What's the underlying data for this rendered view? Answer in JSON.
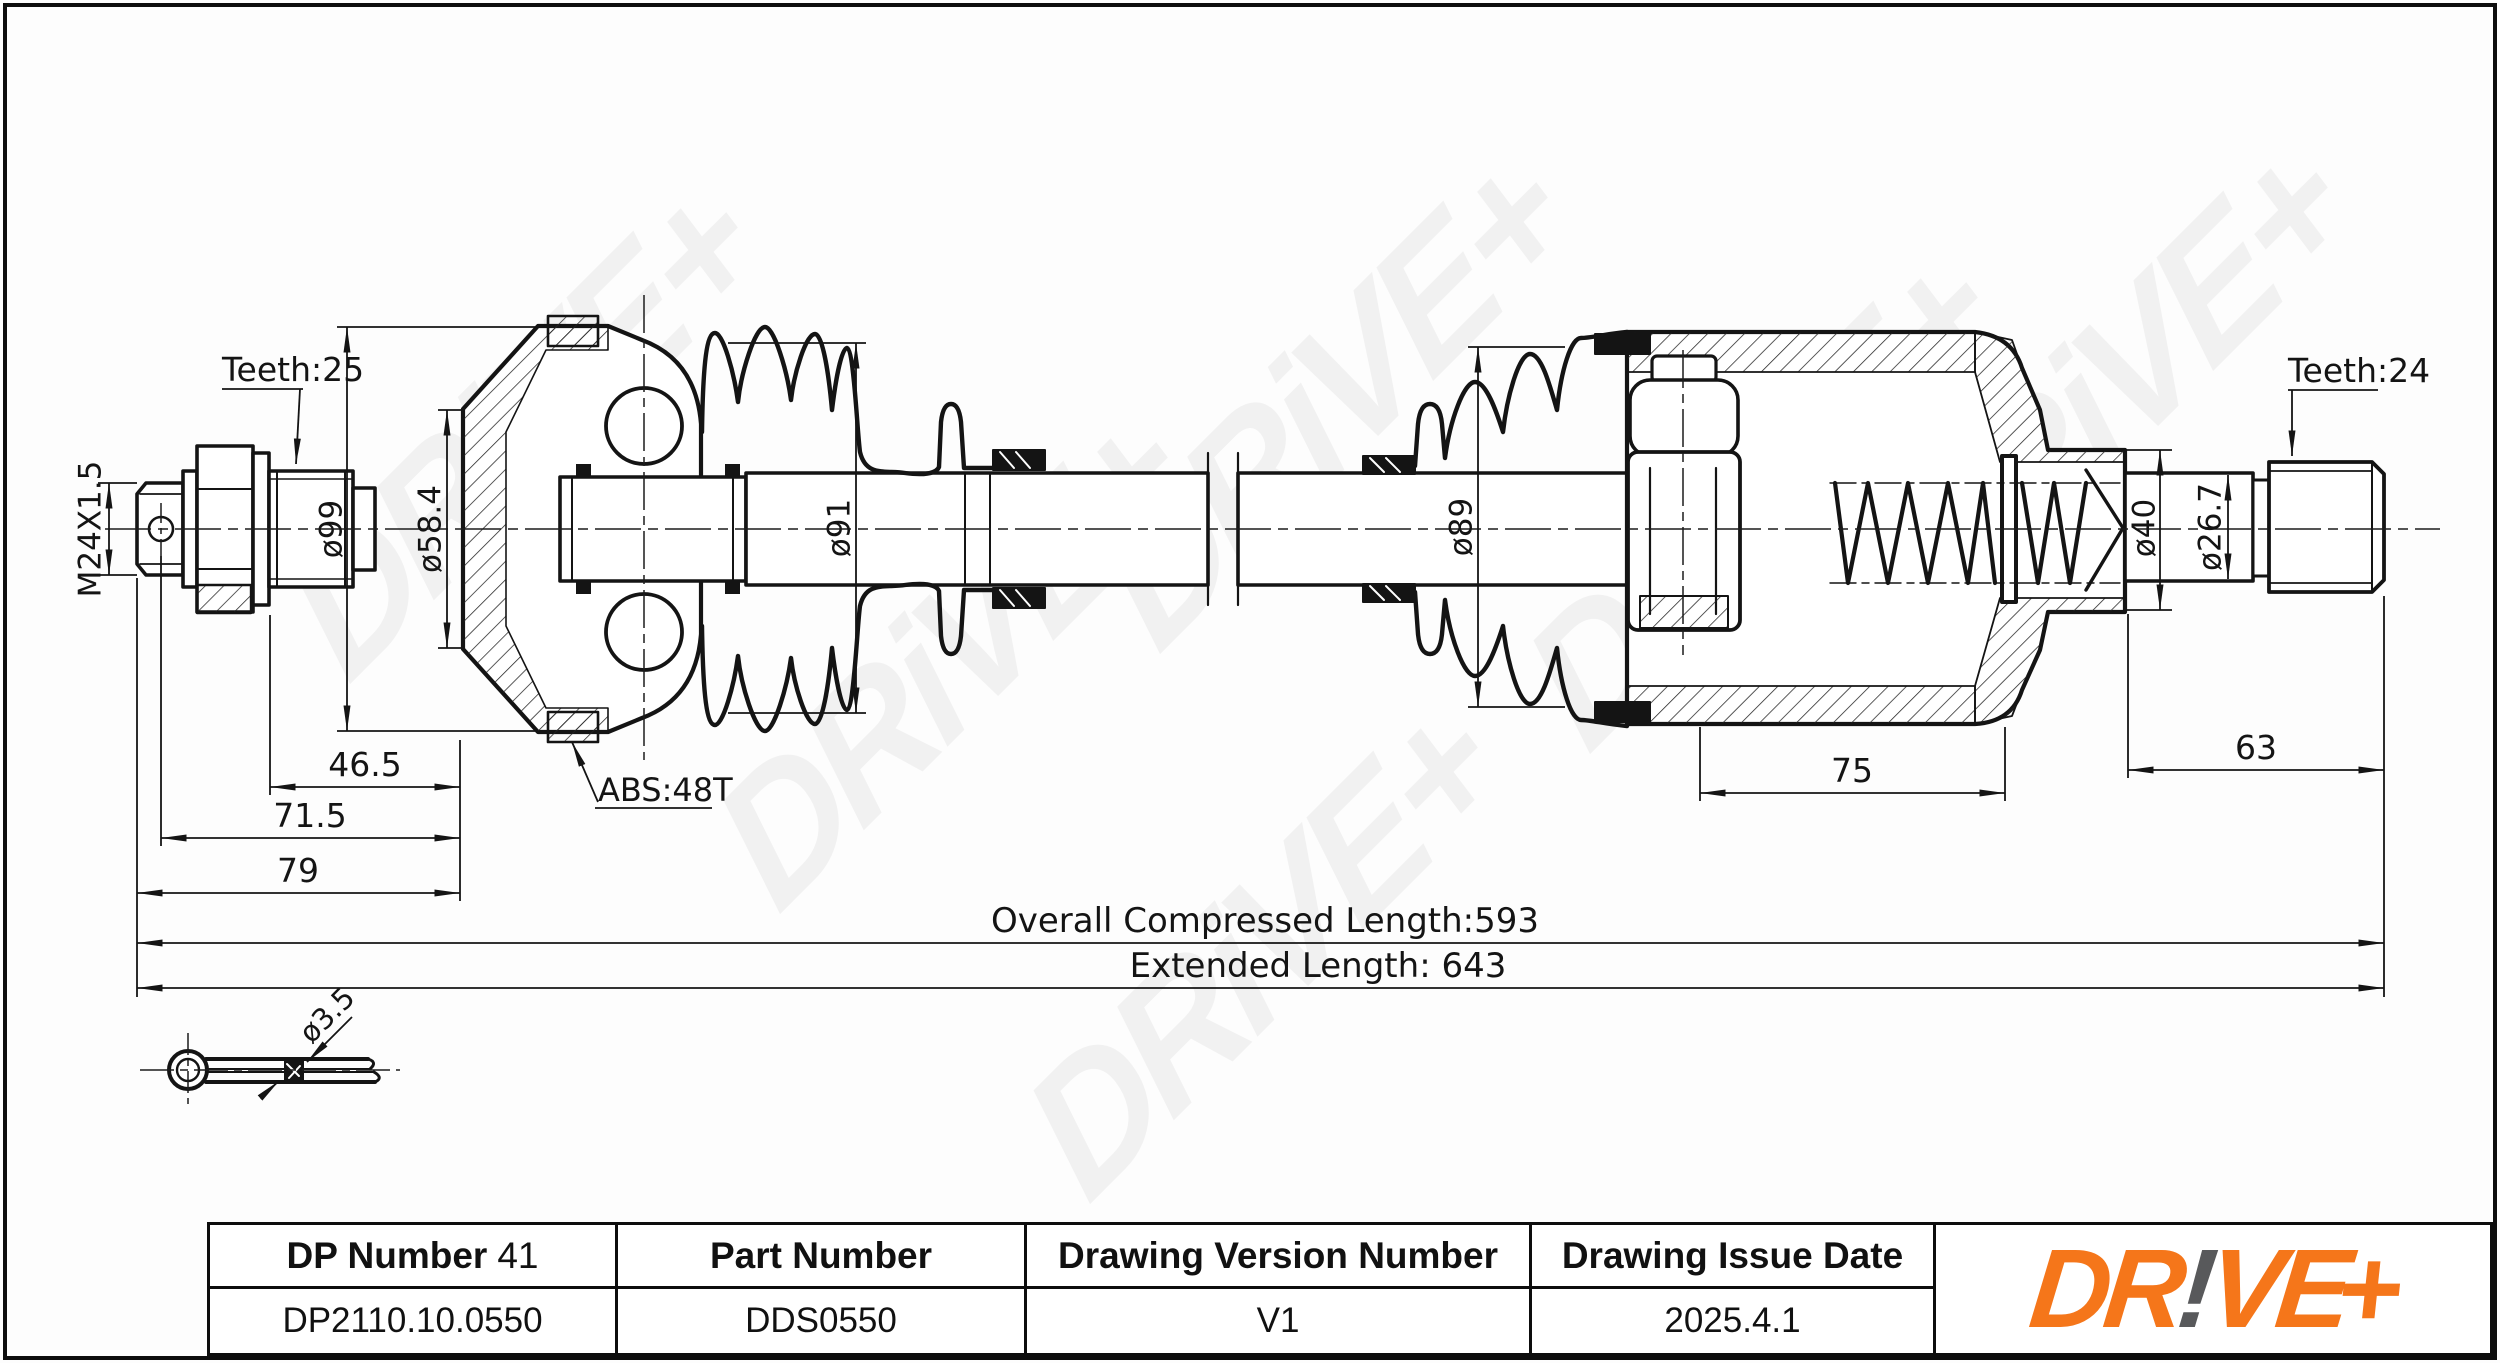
{
  "drawing": {
    "watermark": "DRiVE+",
    "labels": {
      "teeth_left": "Teeth:25",
      "thread": "M24X1.5",
      "dia_joint_left": "ø99",
      "dia_stem_left": "ø58.4",
      "dia_boot_left": "ø91",
      "dia_boot_right": "ø89",
      "dia_collar": "ø40",
      "dia_shaft_end": "ø26.7",
      "teeth_right": "Teeth:24",
      "abs_ring": "ABS:48T",
      "dim_46_5": "46.5",
      "dim_71_5": "71.5",
      "dim_79": "79",
      "dim_75": "75",
      "dim_63": "63",
      "overall_compressed": "Overall Compressed Length:593",
      "extended": "Extended Length: 643",
      "pin_diameter": "ø3.5"
    }
  },
  "title_block": {
    "columns": [
      {
        "header": "DP Number",
        "header_suffix": "41",
        "value": "DP2110.10.0550"
      },
      {
        "header": "Part Number",
        "value": "DDS0550"
      },
      {
        "header": "Drawing Version Number",
        "value": "V1"
      },
      {
        "header": "Drawing Issue Date",
        "value": "2025.4.1"
      }
    ],
    "logo": {
      "part1": "DR",
      "part2": "!",
      "part3": "VE",
      "part4": "+",
      "orange": "#F5761A",
      "gray": "#58595B"
    }
  }
}
